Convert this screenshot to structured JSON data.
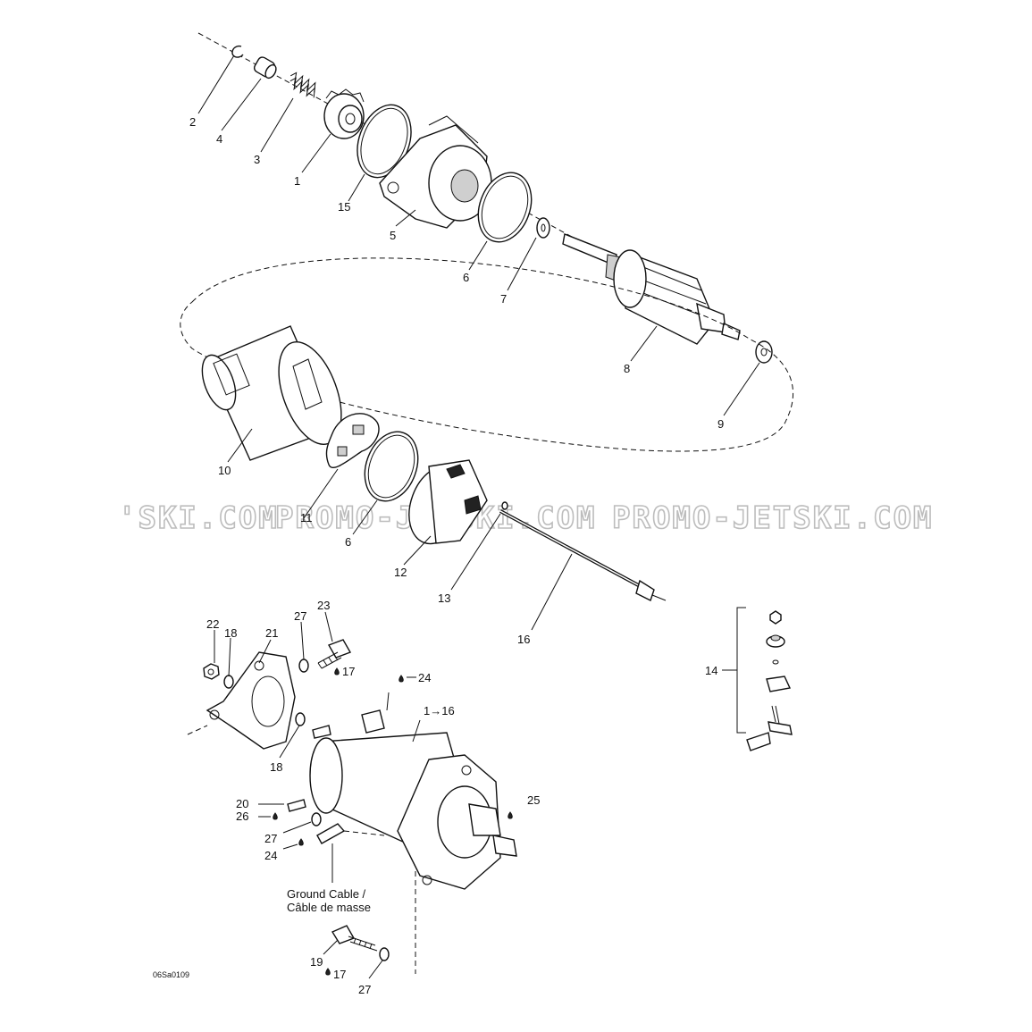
{
  "watermark": {
    "left": "'SKI.COM",
    "middle": "PROMO-JETSKI.COM",
    "right": "PROMO-JETSKI.COM"
  },
  "callouts": {
    "c1": "1",
    "c2": "2",
    "c3": "3",
    "c4": "4",
    "c15": "15",
    "c5": "5",
    "c6a": "6",
    "c7": "7",
    "c8": "8",
    "c9": "9",
    "c10": "10",
    "c11": "11",
    "c6b": "6",
    "c12": "12",
    "c13": "13",
    "c16": "16",
    "c14": "14",
    "c22": "22",
    "c18a": "18",
    "c21": "21",
    "c27a": "27",
    "c23": "23",
    "c17a": "17",
    "c24a": "24",
    "c1to16": "1→16",
    "c18b": "18",
    "c20": "20",
    "c26": "26",
    "c27b": "27",
    "c24b": "24",
    "c25": "25",
    "c19": "19",
    "c17b": "17",
    "c27c": "27"
  },
  "ground_cable": {
    "line1": "Ground Cable /",
    "line2": "Câble de masse"
  },
  "figure_code": "06Sa0109"
}
